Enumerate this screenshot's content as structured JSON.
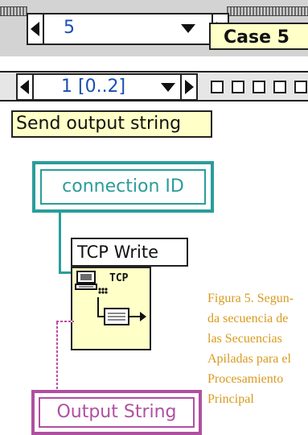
{
  "case_structure": {
    "selector_value": "5",
    "case_label": "Case 5"
  },
  "sequence": {
    "selector_value": "1 [0..2]",
    "description": "Send output string"
  },
  "diagram": {
    "constant_label": "connection ID",
    "function_name": "TCP Write",
    "function_icon_text": "TCP",
    "indicator_label": "Output String"
  },
  "caption": {
    "lines": [
      "Figura 5. Segun-",
      "da secuencia de",
      "las Secuencias",
      "Apiladas para el",
      "Procesamiento",
      "Principal"
    ]
  },
  "colors": {
    "connection_wire": "#2a9d9a",
    "string_wire": "#c44aa0",
    "caption_text": "#d89a1e",
    "label_background": "#ffffc8"
  }
}
